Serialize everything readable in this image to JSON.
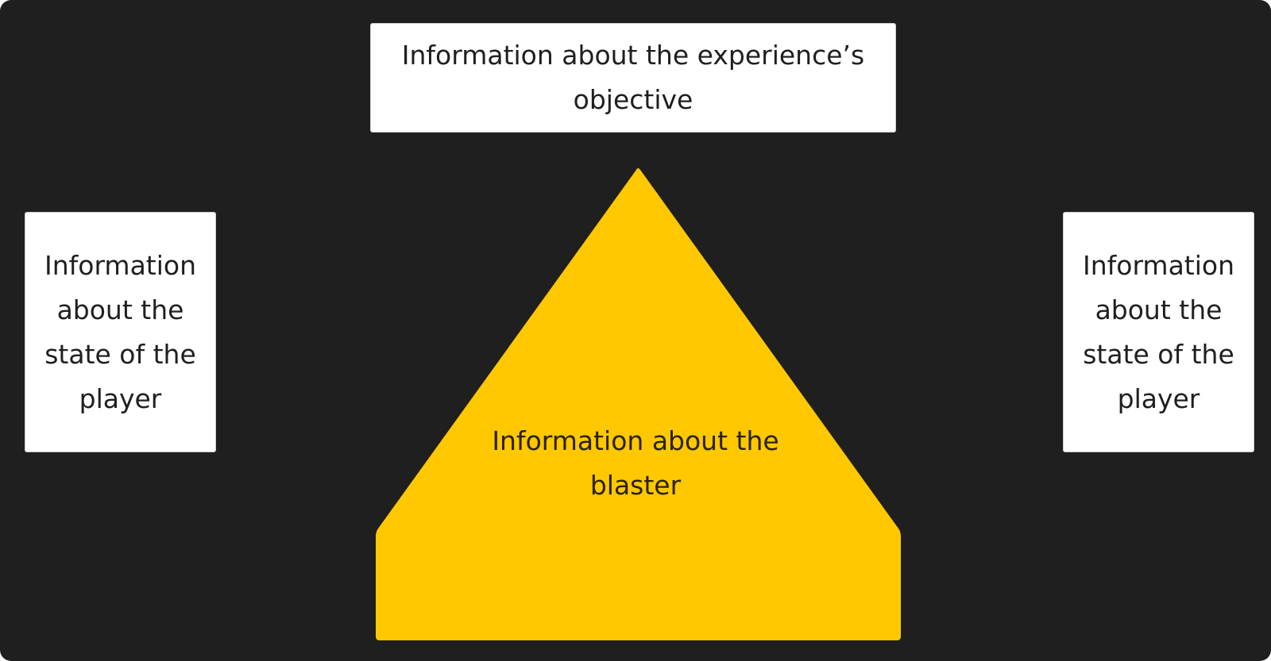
{
  "top_box": {
    "text": "Information about the experience’s objective"
  },
  "left_box": {
    "text": "Information about the state of the player"
  },
  "right_box": {
    "text": "Information about the state of the player"
  },
  "blaster_shape": {
    "text": "Information about the blaster",
    "fill": "#FFC800"
  },
  "colors": {
    "background": "#1F1F1F",
    "box": "#FFFFFF",
    "accent": "#FFC800"
  }
}
